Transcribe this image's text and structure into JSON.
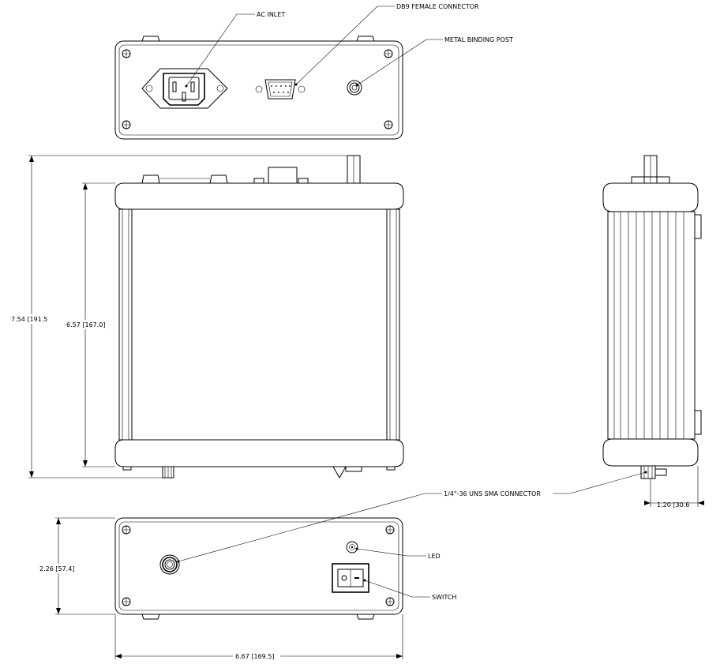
{
  "callouts": {
    "ac_inlet": "AC INLET",
    "db9": "DB9 FEMALE CONNECTOR",
    "binding_post": "METAL BINDING POST",
    "sma": "1/4\"-36 UNS SMA CONNECTOR",
    "led": "LED",
    "switch": "SWITCH"
  },
  "dimensions": {
    "overall_height": "7.54",
    "overall_height_mm": "191.5",
    "body_height": "6.57",
    "body_height_mm": "167.0",
    "depth": "2.26",
    "depth_mm": "57.4",
    "width": "6.67",
    "width_mm": "169.5",
    "side_offset": "1.20",
    "side_offset_mm": "30.6"
  }
}
